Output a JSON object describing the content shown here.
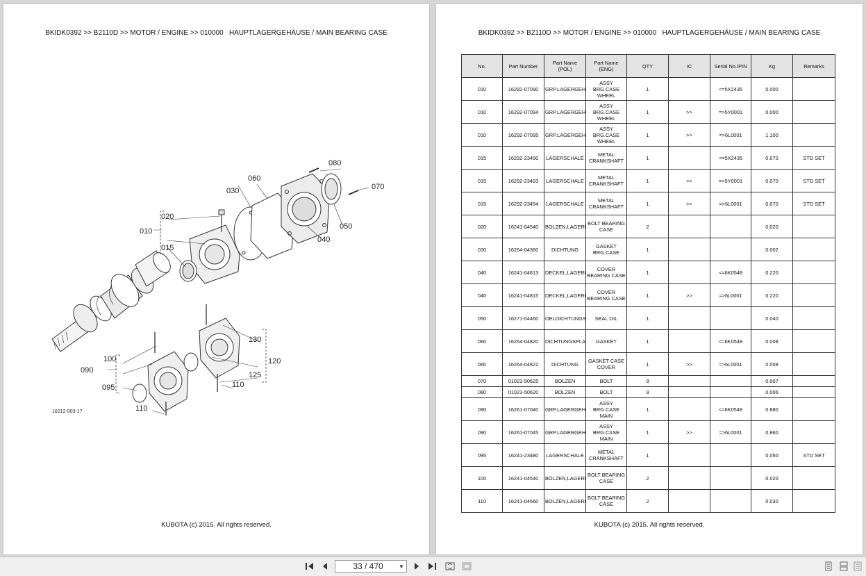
{
  "header": "BKIDK0392 >> B2110D >> MOTOR / ENGINE >> 010000   HAUPTLAGERGEHÄUSE / MAIN BEARING CASE",
  "footer": "KUBOTA (c) 2015. All rights reserved.",
  "diagram": {
    "callouts": {
      "c080": "080",
      "c060": "060",
      "c030": "030",
      "c070": "070",
      "c020": "020",
      "c010": "010",
      "c015": "015",
      "c050": "050",
      "c040": "040",
      "c130": "130",
      "c100": "100",
      "c120": "120",
      "c090": "090",
      "c125": "125",
      "c110a": "110",
      "c095": "095",
      "c110b": "110"
    },
    "figure_id": "16212-003-17"
  },
  "table": {
    "headers": [
      "No.",
      "Part Number",
      "Part Name (POL)",
      "Part Name (ENG)",
      "QTY",
      "IC",
      "Serial No./PIN",
      "Kg",
      "Remarks"
    ],
    "rows": [
      [
        "010",
        "16292-07090",
        "GRP.LAGERGEHAEUSE",
        "ASSY BRG.CASE WHEEL",
        "1",
        "",
        "<=5X2435",
        "0.000",
        ""
      ],
      [
        "010",
        "16292-07094",
        "GRP.LAGERGEHAEUSE",
        "ASSY BRG.CASE WHEEL",
        "1",
        ">>",
        "=>5Y0001",
        "0.000",
        ""
      ],
      [
        "010",
        "16292-07095",
        "GRP.LAGERGEHAEUSE",
        "ASSY BRG.CASE WHEEL",
        "1",
        ">>",
        "=>6L0001",
        "1.100",
        ""
      ],
      [
        "015",
        "16292-23490",
        "LAGERSCHALE",
        "METAL CRANKSHAFT",
        "1",
        "",
        "<=5X2435",
        "0.070",
        "STD SET"
      ],
      [
        "015",
        "16292-23493",
        "LAGERSCHALE",
        "METAL CRANKSHAFT",
        "1",
        ">>",
        "=>5Y0001",
        "0.070",
        "STD SET"
      ],
      [
        "015",
        "16292-23494",
        "LAGERSCHALE",
        "METAL CRANKSHAFT",
        "1",
        ">>",
        "=>6L0001",
        "0.070",
        "STD SET"
      ],
      [
        "020",
        "16241-04540",
        "BOLZEN,LAGERKASTEN",
        "BOLT BEARING CASE",
        "2",
        "",
        "",
        "0.020",
        ""
      ],
      [
        "030",
        "16264-04360",
        "DICHTUNG",
        "GASKET BRG.CASE",
        "1",
        "",
        "",
        "0.002",
        ""
      ],
      [
        "040",
        "16241-04813",
        "DECKEL,LAGERKASTEN",
        "COVER BEARING CASE",
        "1",
        "",
        "<=6K0548",
        "0.220",
        ""
      ],
      [
        "040",
        "16241-04815",
        "DECKEL,LAGERKASTEN",
        "COVER BEARING CASE",
        "1",
        ">>",
        "=>6L0001",
        "0.220",
        ""
      ],
      [
        "050",
        "16271-04460",
        "OELDICHTUNGSRING",
        "SEAL OIL",
        "1",
        "",
        "",
        "0.040",
        ""
      ],
      [
        "060",
        "16264-04820",
        "DICHTUNGSPLATTE",
        "GASKET",
        "1",
        "",
        "<=6K0548",
        "0.008",
        ""
      ],
      [
        "060",
        "16264-04822",
        "DICHTUNG",
        "GASKET CASE COVER",
        "1",
        ">>",
        "=>6L0001",
        "0.008",
        ""
      ],
      [
        "070",
        "01023-50625",
        "BOLZEN",
        "BOLT",
        "8",
        "",
        "",
        "0.007",
        ""
      ],
      [
        "080",
        "01023-50620",
        "BOLZEN",
        "BOLT",
        "9",
        "",
        "",
        "0.006",
        ""
      ],
      [
        "090",
        "16261-07040",
        "GRP.LAGERGEHAEUSE",
        "ASSY BRG.CASE MAIN",
        "1",
        "",
        "<=6K0548",
        "0.880",
        ""
      ],
      [
        "090",
        "16261-07045",
        "GRP.LAGERGEHAEUSE",
        "ASSY BRG.CASE MAIN",
        "1",
        ">>",
        "=>6L0001",
        "0.860",
        ""
      ],
      [
        "095",
        "16241-23480",
        "LAGERSCHALE",
        "METAL CRANKSHAFT",
        "1",
        "",
        "",
        "0.050",
        "STD SET"
      ],
      [
        "100",
        "16241-04540",
        "BOLZEN,LAGERKASTEN",
        "BOLT BEARING CASE",
        "2",
        "",
        "",
        "0.020",
        ""
      ],
      [
        "110",
        "16241-04560",
        "BOLZEN,LAGERKASTEN",
        "BOLT BEARING CASE",
        "2",
        "",
        "",
        "0.030",
        ""
      ]
    ]
  },
  "toolbar": {
    "page_indicator": "33 / 470",
    "icons": [
      "first-page-icon",
      "prev-page-icon",
      "next-page-icon",
      "last-page-icon",
      "fit-page-icon",
      "fit-width-icon",
      "single-page-icon",
      "two-page-icon",
      "scroll-view-icon"
    ]
  }
}
